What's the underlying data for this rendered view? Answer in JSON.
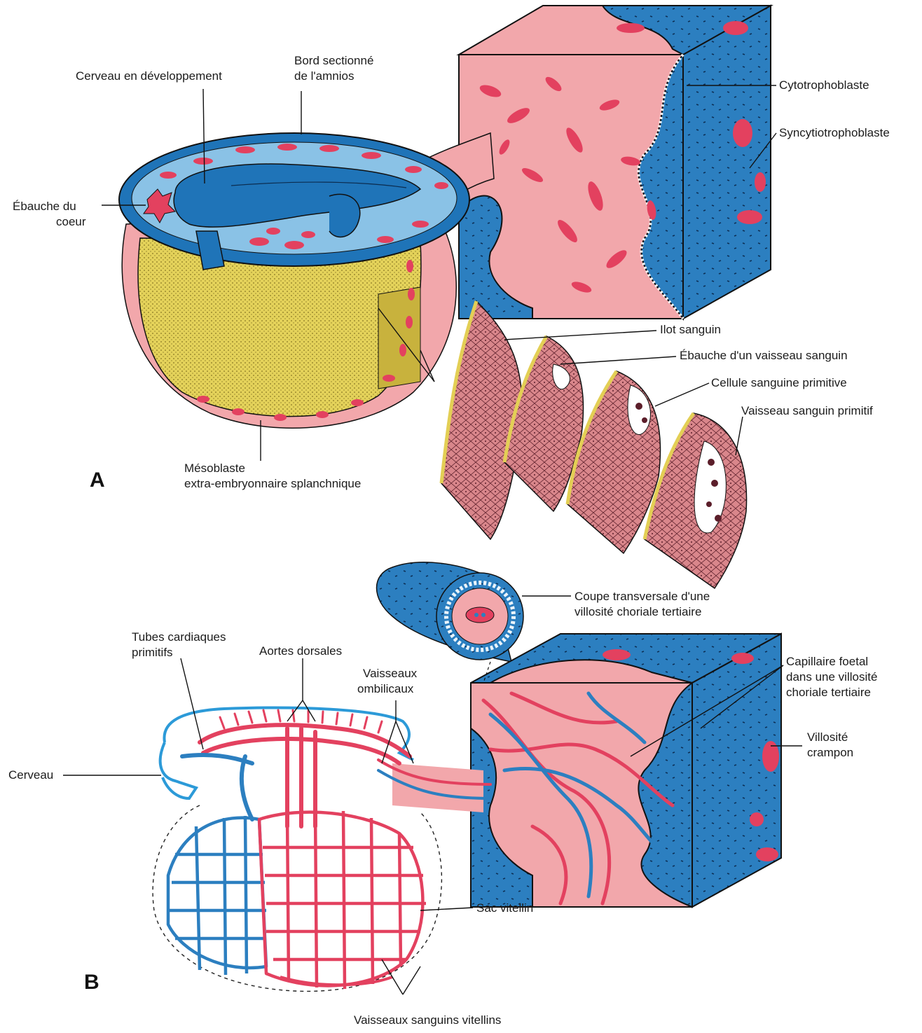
{
  "panels": {
    "a": "A",
    "b": "B"
  },
  "labels_a": {
    "developing_brain": "Cerveau en développement",
    "amnion_edge_1": "Bord sectionné",
    "amnion_edge_2": "de l'amnios",
    "heart_1": "Ébauche du",
    "heart_2": "coeur",
    "cytotrophoblast": "Cytotrophoblaste",
    "syncytiotrophoblast": "Syncytiotrophoblaste",
    "blood_island": "Ilot sanguin",
    "vessel_primordium": "Ébauche d'un vaisseau sanguin",
    "primitive_blood_cell": "Cellule sanguine primitive",
    "primitive_vessel": "Vaisseau sanguin primitif",
    "mesoblast_1": "Mésoblaste",
    "mesoblast_2": "extra-embryonnaire splanchnique"
  },
  "labels_b": {
    "cross_section_1": "Coupe transversale d'une",
    "cross_section_2": "villosité choriale tertiaire",
    "heart_tubes_1": "Tubes cardiaques",
    "heart_tubes_2": "primitifs",
    "dorsal_aortae": "Aortes dorsales",
    "umbilical_1": "Vaisseaux",
    "umbilical_2": "ombilicaux",
    "fetal_capillary_1": "Capillaire foetal",
    "fetal_capillary_2": "dans une villosité",
    "fetal_capillary_3": "choriale tertiaire",
    "anchoring_villus_1": "Villosité",
    "anchoring_villus_2": "crampon",
    "brain": "Cerveau",
    "yolk_sac": "Sac vitellin",
    "vitelline_vessels": "Vaisseaux sanguins vitellins"
  },
  "colors": {
    "tissue_pink": "#f2a7ab",
    "vessel_red": "#e3415f",
    "tissue_blue": "#2c7fc0",
    "yolk_yellow": "#e3cf55",
    "mesoblast_rose": "#d9868b"
  }
}
